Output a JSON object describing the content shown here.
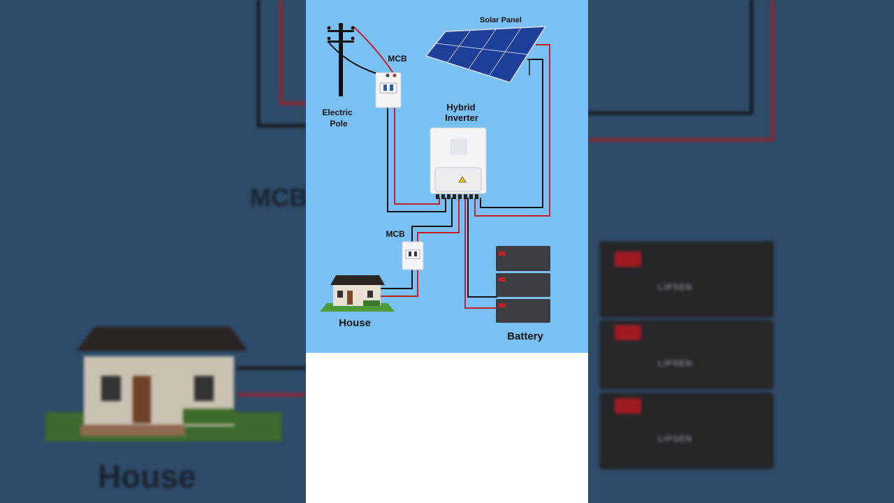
{
  "background": {
    "labels": {
      "mcb": "MCB",
      "house": "House"
    },
    "battery_brand": "LIPSEN"
  },
  "diagram": {
    "title_labels": {
      "solar_panel": "Solar Panel",
      "mcb_top": "MCB",
      "electric_pole_line1": "Electric",
      "electric_pole_line2": "Pole",
      "inverter_line1": "Hybrid",
      "inverter_line2": "Inverter",
      "mcb_bottom": "MCB",
      "house": "House",
      "battery": "Battery"
    },
    "colors": {
      "background": "#79c1f5",
      "wire_positive": "#d0202a",
      "wire_negative": "#111111"
    }
  }
}
